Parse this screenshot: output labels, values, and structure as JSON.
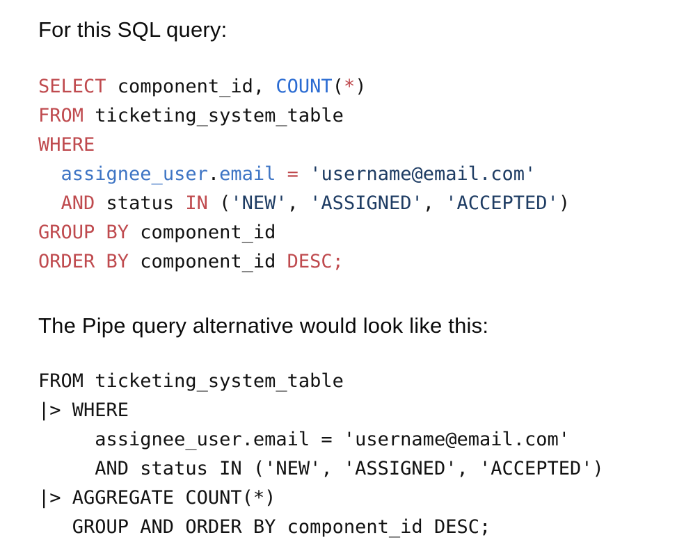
{
  "page": {
    "intro_heading": "For this SQL query:",
    "pipe_heading": "The Pipe query alternative would look like this:"
  },
  "colors": {
    "keyword": "#bf4a4e",
    "function": "#2a6bd2",
    "identifier": "#3d74c4",
    "string": "#1e3c63",
    "plain": "#121212"
  },
  "sql_code": {
    "language": "sql",
    "lines": [
      [
        {
          "text": "SELECT",
          "type": "keyword"
        },
        {
          "text": " component_id, ",
          "type": "plain"
        },
        {
          "text": "COUNT",
          "type": "function"
        },
        {
          "text": "(",
          "type": "plain"
        },
        {
          "text": "*",
          "type": "keyword"
        },
        {
          "text": ")",
          "type": "plain"
        }
      ],
      [
        {
          "text": "FROM",
          "type": "keyword"
        },
        {
          "text": " ticketing_system_table",
          "type": "plain"
        }
      ],
      [
        {
          "text": "WHERE",
          "type": "keyword"
        }
      ],
      [
        {
          "text": "  ",
          "type": "plain"
        },
        {
          "text": "assignee_user",
          "type": "identifier"
        },
        {
          "text": ".",
          "type": "plain"
        },
        {
          "text": "email",
          "type": "identifier"
        },
        {
          "text": " ",
          "type": "plain"
        },
        {
          "text": "=",
          "type": "keyword"
        },
        {
          "text": " ",
          "type": "plain"
        },
        {
          "text": "'username@email.com'",
          "type": "string"
        }
      ],
      [
        {
          "text": "  ",
          "type": "plain"
        },
        {
          "text": "AND",
          "type": "keyword"
        },
        {
          "text": " status ",
          "type": "plain"
        },
        {
          "text": "IN",
          "type": "keyword"
        },
        {
          "text": " (",
          "type": "plain"
        },
        {
          "text": "'NEW'",
          "type": "string"
        },
        {
          "text": ", ",
          "type": "plain"
        },
        {
          "text": "'ASSIGNED'",
          "type": "string"
        },
        {
          "text": ", ",
          "type": "plain"
        },
        {
          "text": "'ACCEPTED'",
          "type": "string"
        },
        {
          "text": ")",
          "type": "plain"
        }
      ],
      [
        {
          "text": "GROUP BY",
          "type": "keyword"
        },
        {
          "text": " component_id",
          "type": "plain"
        }
      ],
      [
        {
          "text": "ORDER BY",
          "type": "keyword"
        },
        {
          "text": " component_id ",
          "type": "plain"
        },
        {
          "text": "DESC;",
          "type": "keyword"
        }
      ]
    ]
  },
  "pipe_code": {
    "language": "pipe-sql",
    "lines": [
      [
        {
          "text": "FROM ticketing_system_table",
          "type": "plain"
        }
      ],
      [
        {
          "text": "|> WHERE",
          "type": "plain"
        }
      ],
      [
        {
          "text": "     assignee_user.email = 'username@email.com'",
          "type": "plain"
        }
      ],
      [
        {
          "text": "     AND status IN ('NEW', 'ASSIGNED', 'ACCEPTED')",
          "type": "plain"
        }
      ],
      [
        {
          "text": "|> AGGREGATE COUNT(*)",
          "type": "plain"
        }
      ],
      [
        {
          "text": "   GROUP AND ORDER BY component_id DESC;",
          "type": "plain"
        }
      ]
    ]
  }
}
